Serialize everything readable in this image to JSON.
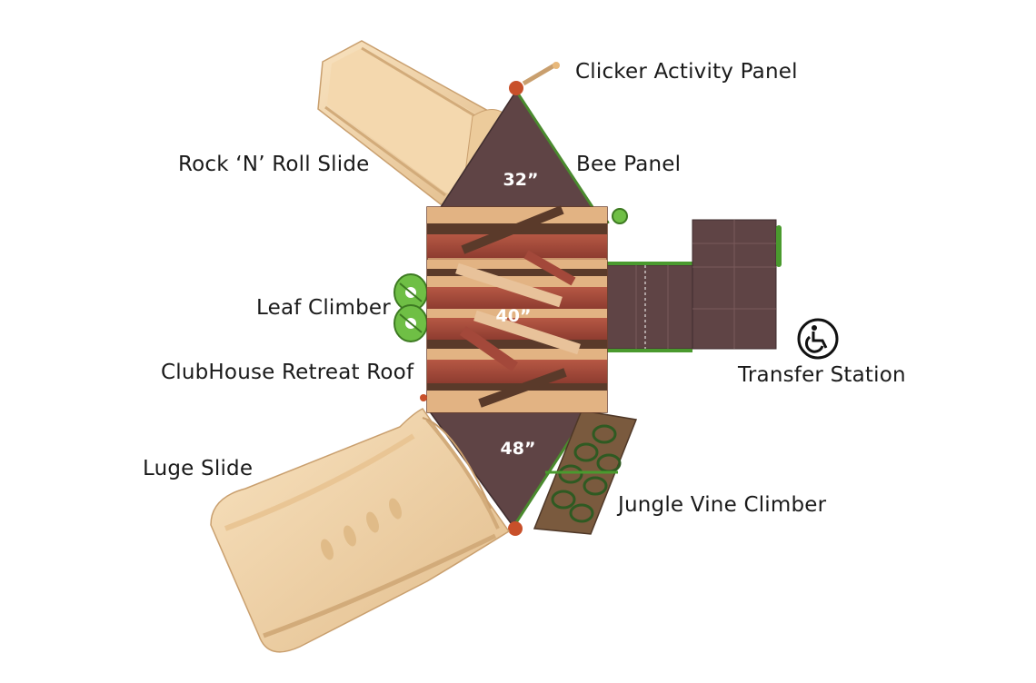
{
  "diagram": {
    "deck_heights": {
      "top": "32”",
      "middle": "40”",
      "bottom": "48”"
    },
    "labels": {
      "clicker_activity_panel": "Clicker Activity Panel",
      "rock_n_roll_slide": "Rock ‘N’ Roll Slide",
      "bee_panel": "Bee Panel",
      "leaf_climber": "Leaf Climber",
      "clubhouse_retreat_roof": "ClubHouse Retreat Roof",
      "transfer_station": "Transfer Station",
      "luge_slide": "Luge Slide",
      "jungle_vine_climber": "Jungle Vine Climber"
    },
    "icons": {
      "accessibility": "wheelchair-icon"
    },
    "colors": {
      "slide_tan": "#f1d2a4",
      "deck_brown": "#5f4445",
      "roof_red": "#a3483a",
      "plank_tan": "#d9a87a",
      "plank_dark": "#5a3a2a",
      "accent_green": "#4a9a2e",
      "ball_red": "#c8502a"
    }
  }
}
